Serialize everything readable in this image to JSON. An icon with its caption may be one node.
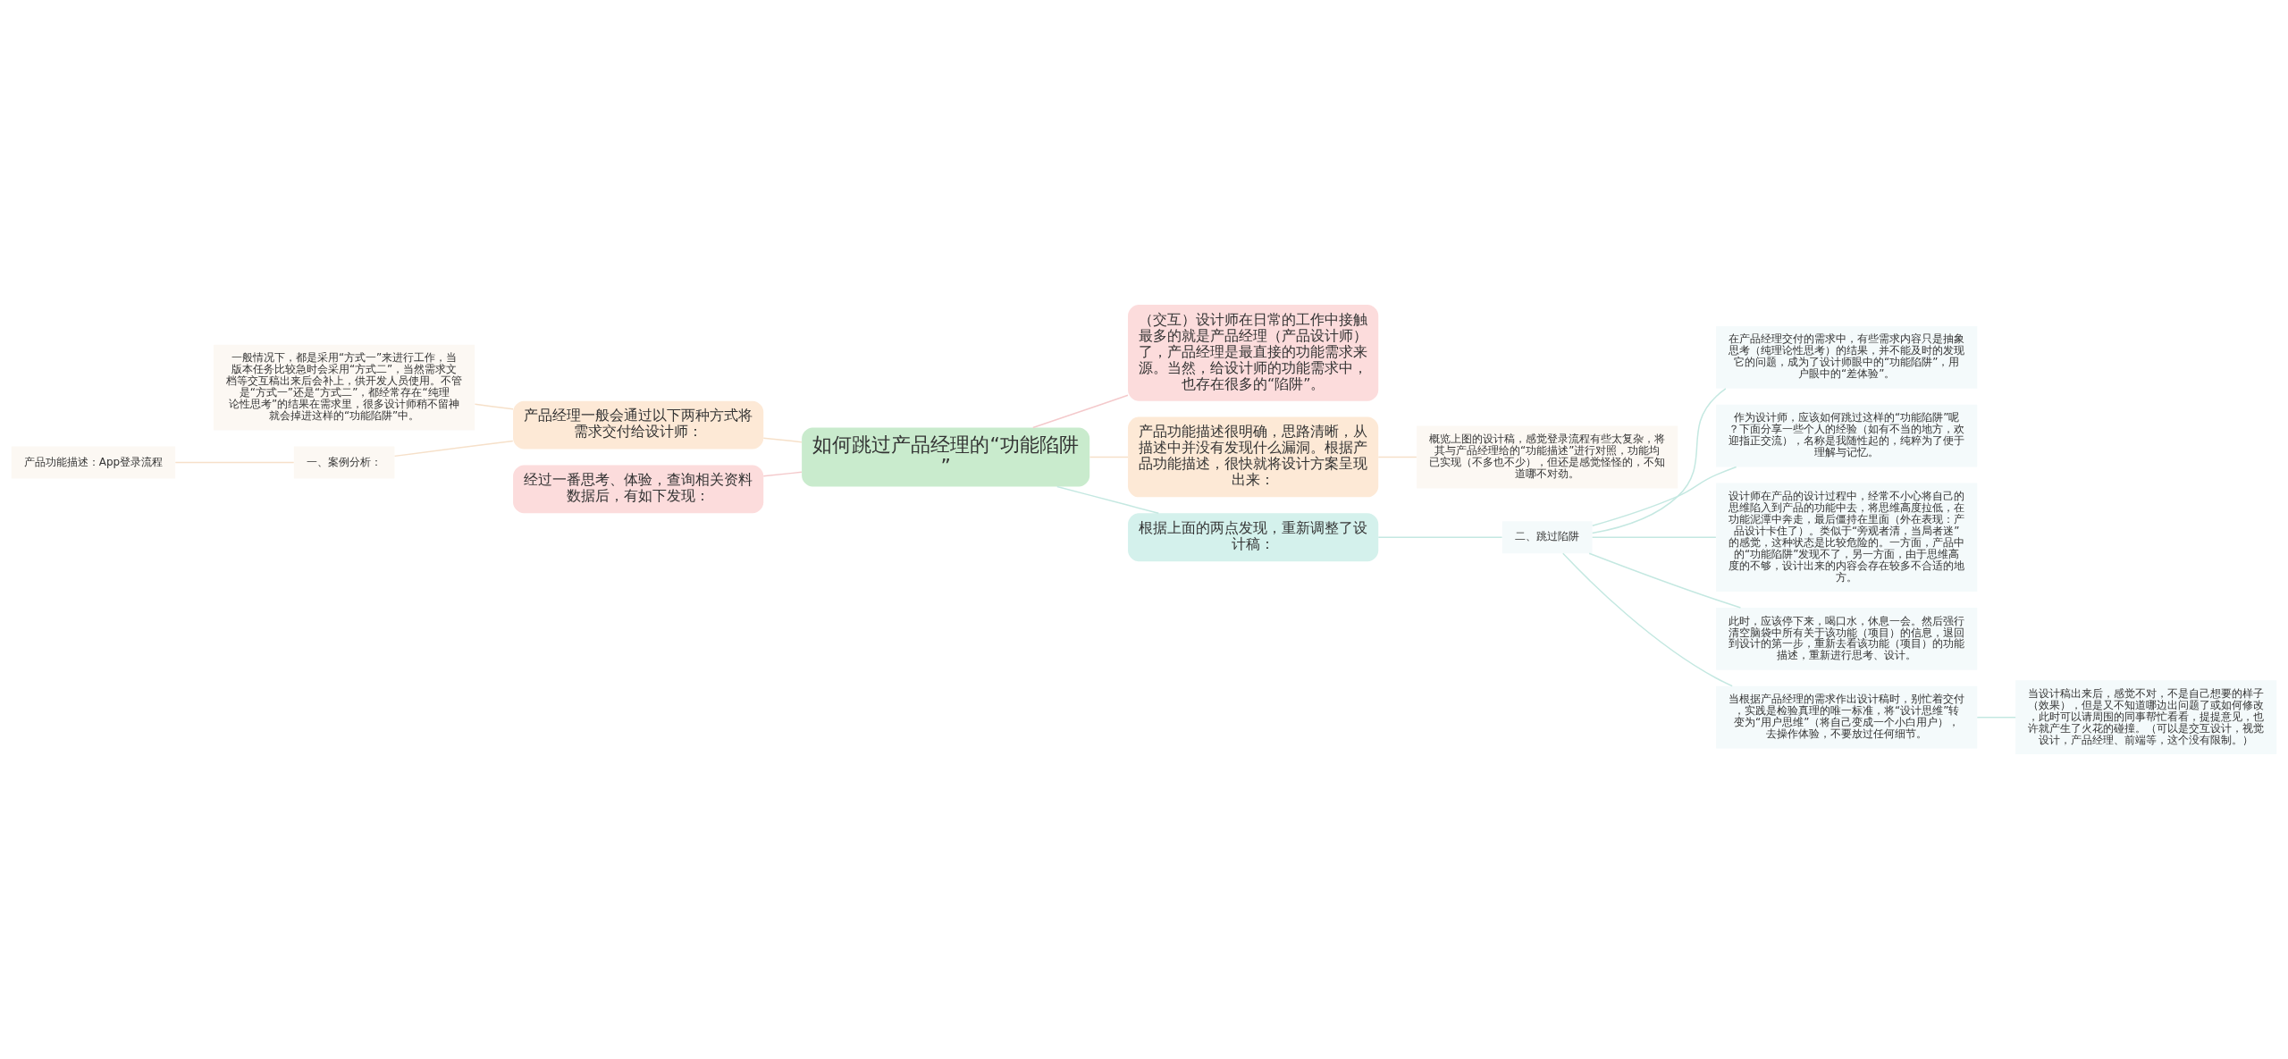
{
  "diagram": {
    "nodes": [
      {
        "text": [
          "如何跳过产品经理的“功能陷阱”"
        ]
      },
      {
        "text": [
          "（交互）设计师在日常的工作中接触最多的就是产品经理（产品设计师）了，产品经理是最直接的功能需求来源。当然，给设计师的功能需求中，也存在很多的“陷阱”。"
        ]
      },
      {
        "text": [
          "产品功能描述很明确，思路清晰，从描述中并没有发现什么漏洞。根据产品功能描述，很快就将设计方案呈现出来："
        ]
      },
      {
        "text": [
          "概览上图的设计稿，感觉登录流程有些太复杂，将其与产品经理给的“功能描述”进行对照，功能均已实现（不多也不少），但还是感觉怪怪的，不知道哪不对劲。"
        ]
      },
      {
        "text": [
          "产品经理一般会通过以下两种方式将需求交付给设计师："
        ]
      },
      {
        "text": [
          "一般情况下，都是采用“方式一”来进行工作，当版本任务比较急时会采用“方式二”，当然需求文档等交互稿出来后会补上，供开发人员使用。不管是“方式一”还是“方式二”，都经常存在“纯理论性思考”的结果在需求里，很多设计师稍不留神就会掉进这样的“功能陷阱”中。"
        ]
      },
      {
        "text": [
          "一、案例分析："
        ]
      },
      {
        "text": [
          "产品功能描述：App登录流程"
        ]
      },
      {
        "text": [
          "经过一番思考、体验，查询相关资料数据后，有如下发现："
        ]
      },
      {
        "text": [
          "根据上面的两点发现，重新调整了设计稿："
        ]
      },
      {
        "text": [
          "二、跳过陷阱"
        ]
      },
      {
        "text": [
          "在产品经理交付的需求中，有些需求内容只是抽象思考（纯理论性思考）的结果，并不能及时的发现它的问题，成为了设计师眼中的“功能陷阱”，用户眼中的“差体验”。"
        ]
      },
      {
        "text": [
          "作为设计师，应该如何跳过这样的“功能陷阱”呢？下面分享一些个人的经验（如有不当的地方，欢迎指正交流），名称是我随性起的，纯粹为了便于理解与记忆。"
        ]
      },
      {
        "text": [
          "设计师在产品的设计过程中，经常不小心将自己的思维陷入到产品的功能中去，将思维高度拉低，在功能泥潭中奔走，最后僵持在里面（外在表现：产品设计卡住了）。类似于“旁观者清，当局者迷”的感觉，这种状态是比较危险的。一方面，产品中的“功能陷阱”发现不了，另一方面，由于思维高度的不够，设计出来的内容会存在较多不合适的地方。"
        ]
      },
      {
        "text": [
          "此时，应该停下来，喝口水，休息一会。然后强行清空脑袋中所有关于该功能（项目）的信息，退回到设计的第一步，重新去看该功能（项目）的功能描述，重新进行思考、设计。"
        ]
      },
      {
        "text": [
          "当根据产品经理的需求作出设计稿时，别忙着交付，实践是检验真理的唯一标准，将“设计思维”转变为“用户思维”（将自己变成一个小白用户），去操作体验，不要放过任何细节。"
        ]
      },
      {
        "text": [
          "当设计稿出来后，感觉不对，不是自己想要的样子（效果），但是又不知道哪边出问题了或如何修改，此时可以请周围的同事帮忙看看，提提意见，也许就产生了火花的碰撞。（可以是交互设计，视觉设计，产品经理、前端等，这个没有限制。）"
        ]
      }
    ],
    "edges": [
      {
        "from": 0,
        "to": 1,
        "arrow": "none",
        "color": "#f4c9cb"
      },
      {
        "from": 0,
        "to": 2,
        "arrow": "none",
        "color": "#f6e0c9"
      },
      {
        "from": 2,
        "to": 3,
        "arrow": "none",
        "color": "#f6e0c9"
      },
      {
        "from": 0,
        "to": 4,
        "arrow": "none",
        "color": "#f6e0c9"
      },
      {
        "from": 4,
        "to": 5,
        "arrow": "none",
        "color": "#f6e0c9"
      },
      {
        "from": 4,
        "to": 6,
        "arrow": "none",
        "color": "#f6e0c9"
      },
      {
        "from": 6,
        "to": 7,
        "arrow": "none",
        "color": "#f6e0c9"
      },
      {
        "from": 0,
        "to": 8,
        "arrow": "none",
        "color": "#f4c9cb"
      },
      {
        "from": 0,
        "to": 9,
        "arrow": "none",
        "color": "#c4e8e1"
      },
      {
        "from": 9,
        "to": 10,
        "arrow": "none",
        "color": "#c4e8e1"
      },
      {
        "from": 10,
        "to": 11,
        "arrow": "none",
        "color": "#c4e8e1"
      },
      {
        "from": 10,
        "to": 12,
        "arrow": "none",
        "color": "#c4e8e1"
      },
      {
        "from": 10,
        "to": 13,
        "arrow": "none",
        "color": "#c4e8e1"
      },
      {
        "from": 10,
        "to": 14,
        "arrow": "none",
        "color": "#c4e8e1"
      },
      {
        "from": 10,
        "to": 15,
        "arrow": "none",
        "color": "#c4e8e1"
      },
      {
        "from": 15,
        "to": 16,
        "arrow": "none",
        "color": "#c4e8e1"
      }
    ]
  }
}
